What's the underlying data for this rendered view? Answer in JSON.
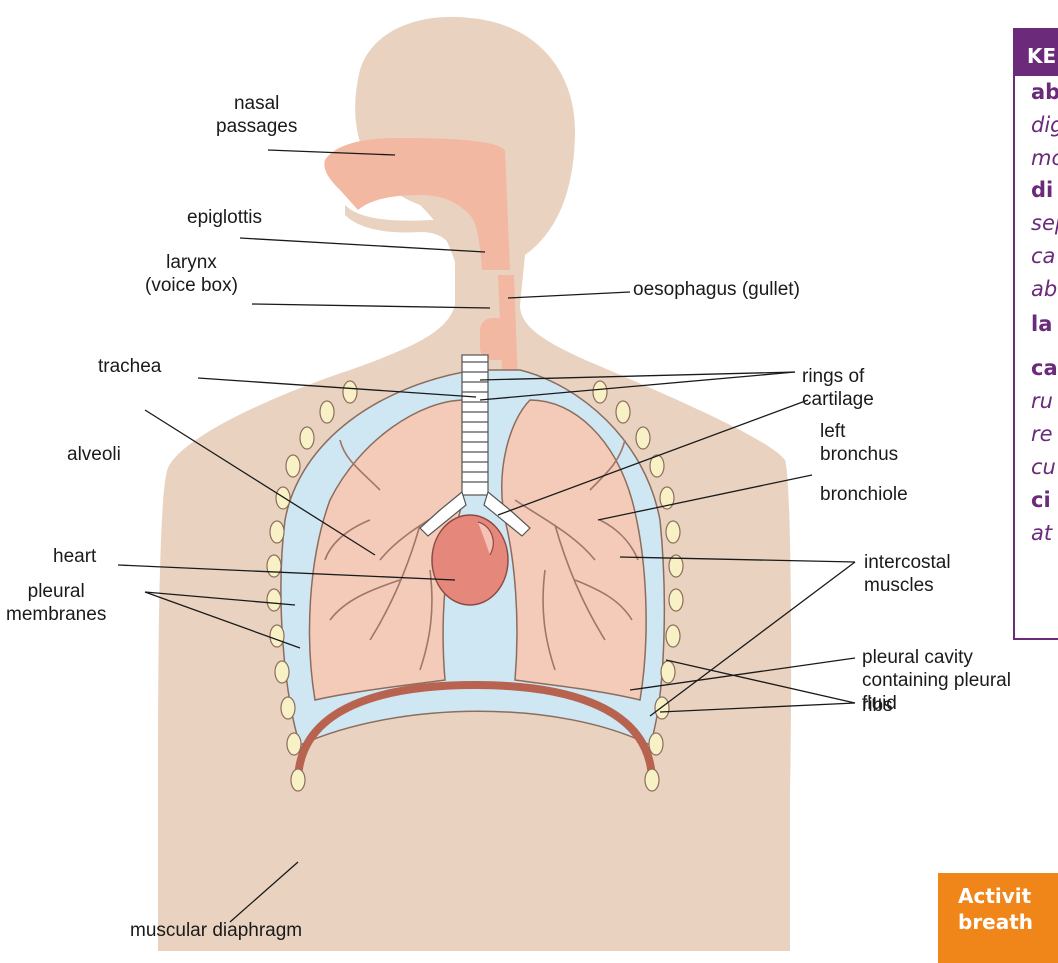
{
  "labels": {
    "nasal_passages": "nasal\npassages",
    "epiglottis": "epiglottis",
    "larynx": "larynx\n(voice box)",
    "oesophagus": "oesophagus (gullet)",
    "trachea": "trachea",
    "rings": "rings of\ncartilage",
    "left_bronchus": "left\nbronchus",
    "alveoli": "alveoli",
    "bronchiole": "bronchiole",
    "heart": "heart",
    "intercostal": "intercostal\nmuscles",
    "pleural_membranes": "pleural\nmembranes",
    "pleural_cavity": "pleural cavity\ncontaining pleural\nfluid",
    "ribs": "ribs",
    "diaphragm": "muscular diaphragm"
  },
  "key_box": {
    "heading": "KE",
    "entries": [
      {
        "term": "ab",
        "defs": [
          "dig",
          "mo"
        ]
      },
      {
        "term": "di",
        "defs": [
          "sep",
          "ca",
          "ab"
        ]
      },
      {
        "term": "la",
        "defs": []
      },
      {
        "term": "ca",
        "defs": [
          "ru",
          "re",
          "cu"
        ]
      },
      {
        "term": "ci",
        "defs": [
          "at"
        ]
      }
    ]
  },
  "activity": {
    "text": "Activit\nbreath"
  },
  "colors": {
    "body": "#e9d3c0",
    "airway": "#f2b8a2",
    "lung": "#f3cbb8",
    "pleural": "#cfe6f3",
    "heart": "#e5877a",
    "rib": "#f8f1c6",
    "key_accent": "#6b2a7a",
    "activity": "#f0851a"
  }
}
